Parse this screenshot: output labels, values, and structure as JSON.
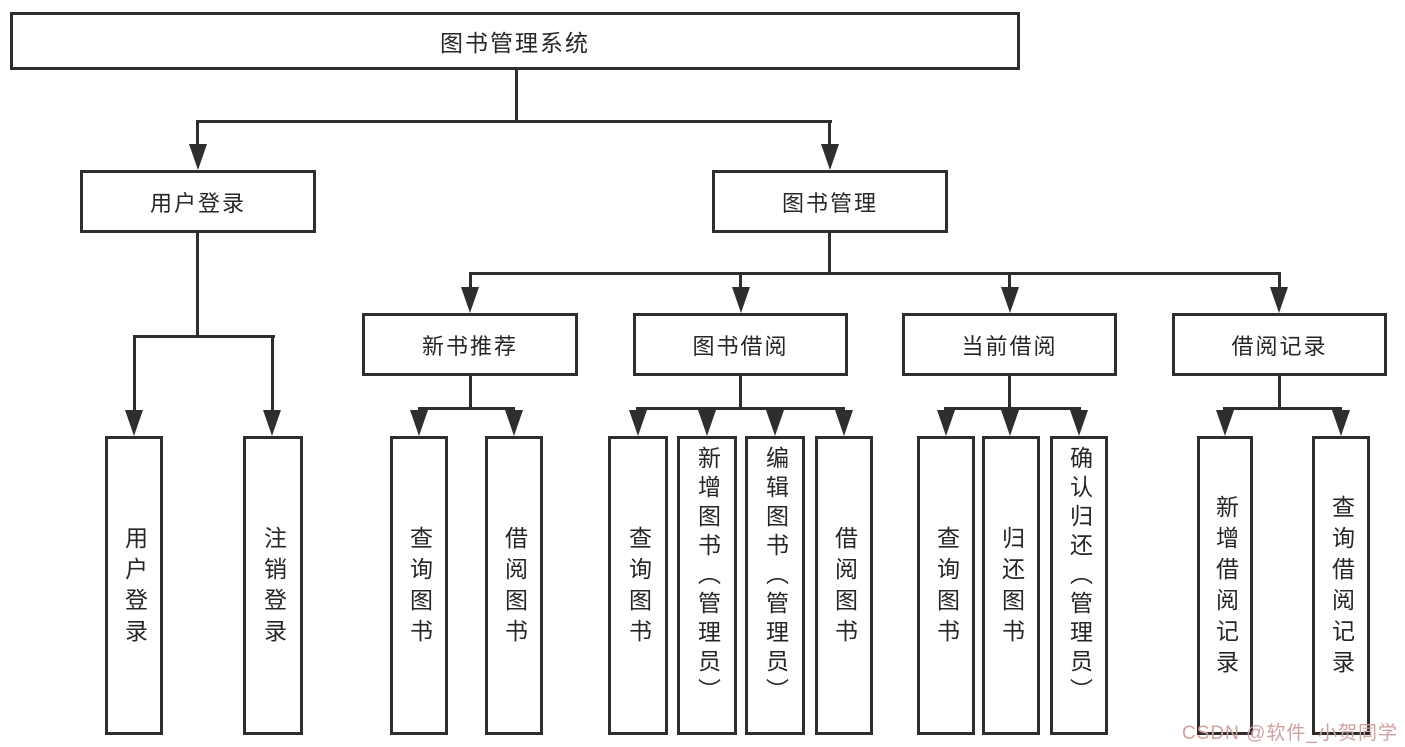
{
  "diagram_title": "图书管理系统",
  "watermark": "CSDN @软件_小贺同学",
  "colors": {
    "line": "#2e2e2e",
    "text": "#262626",
    "background": "#ffffff",
    "watermark": "#cfa0a0"
  },
  "nodes": {
    "root": "图书管理系统",
    "user_login": "用户登录",
    "book_mgmt": "图书管理",
    "new_book": "新书推荐",
    "book_borrow": "图书借阅",
    "current_borrow": "当前借阅",
    "borrow_record": "借阅记录",
    "leaf_user_login": "用户登录",
    "leaf_logout": "注销登录",
    "nb_query_book": "查询图书",
    "nb_borrow_book": "借阅图书",
    "bb_query_book": "查询图书",
    "bb_add_book": "新增图书（管理员）",
    "bb_edit_book": "编辑图书（管理员）",
    "bb_borrow_book": "借阅图书",
    "cb_query_book": "查询图书",
    "cb_return_book": "归还图书",
    "cb_confirm_return": "确认归还（管理员）",
    "br_add_record": "新增借阅记录",
    "br_query_record": "查询借阅记录"
  }
}
